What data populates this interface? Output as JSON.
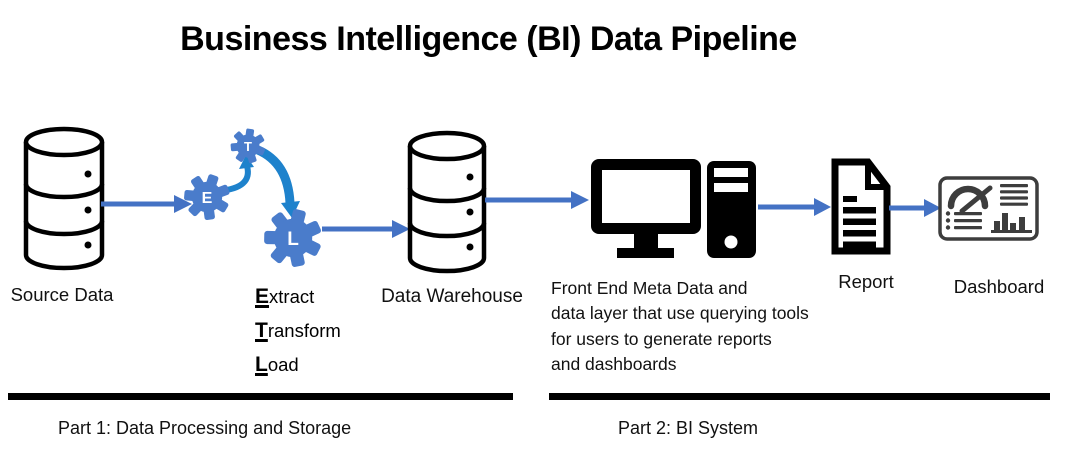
{
  "title": "Business Intelligence (BI) Data Pipeline",
  "colors": {
    "arrow": "#4472C4",
    "gear": "#4A7CCB",
    "curve": "#1E82CC",
    "ink": "#000000",
    "dashboard": "#3D3D3D"
  },
  "nodes": {
    "source": {
      "label": "Source Data"
    },
    "etl": {
      "gear_letters": [
        "E",
        "T",
        "L"
      ],
      "steps": [
        {
          "initial": "E",
          "rest": "xtract"
        },
        {
          "initial": "T",
          "rest": "ransform"
        },
        {
          "initial": "L",
          "rest": "oad"
        }
      ]
    },
    "warehouse": {
      "label": "Data Warehouse"
    },
    "bi_front_end": {
      "lines": [
        "Front End Meta Data and",
        "data layer that use querying tools",
        "for users to generate reports",
        "and dashboards"
      ]
    },
    "report": {
      "label": "Report"
    },
    "dashboard": {
      "label": "Dashboard"
    }
  },
  "sections": [
    {
      "label": "Part 1: Data Processing and Storage"
    },
    {
      "label": "Part 2: BI System"
    }
  ]
}
